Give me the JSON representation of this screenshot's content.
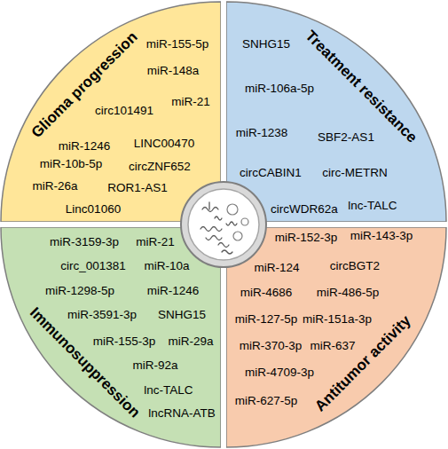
{
  "diagram": {
    "nodes": [
      {
        "text": [
          "Glioma progression",
          "miR-155-5p",
          "miR-148a",
          "circ101491",
          "miR-21",
          "miR-1246",
          "LINC00470",
          "miR-10b-5p",
          "circZNF652",
          "miR-26a",
          "ROR1-AS1",
          "Linc01060"
        ]
      },
      {
        "text": [
          "Treatment resistance",
          "SNHG15",
          "miR-106a-5p",
          "miR-1238",
          "SBF2-AS1",
          "circCABIN1",
          "circ-METRN",
          "circWDR62a",
          "lnc-TALC"
        ]
      },
      {
        "text": [
          "Immunosuppression",
          "miR-3159-3p",
          "miR-21",
          "circ_001381",
          "miR-10a",
          "miR-1298-5p",
          "miR-1246",
          "miR-3591-3p",
          "SNHG15",
          "miR-155-3p",
          "miR-29a",
          "miR-92a",
          "lnc-TALC",
          "lncRNA-ATB"
        ]
      },
      {
        "text": [
          "Antitumor activity",
          "miR-152-3p",
          "miR-143-3p",
          "miR-124",
          "circBGT2",
          "miR-4686",
          "miR-486-5p",
          "miR-127-5p",
          "miR-151a-3p",
          "miR-370-3p",
          "miR-637",
          "miR-4709-3p",
          "miR-627-5p"
        ]
      }
    ]
  }
}
